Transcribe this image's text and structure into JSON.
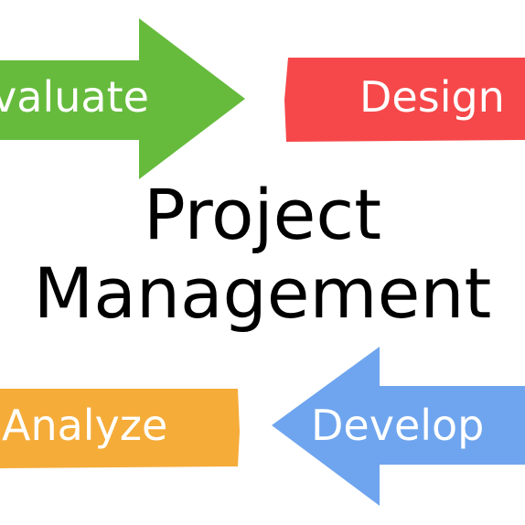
{
  "title": {
    "line1": "Project",
    "line2": "Management"
  },
  "steps": {
    "evaluate": {
      "label": "Evaluate",
      "color": "#66bb3d"
    },
    "design": {
      "label": "Design",
      "color": "#f6484a"
    },
    "analyze": {
      "label": "Analyze",
      "color": "#f5ac39"
    },
    "develop": {
      "label": "Develop",
      "color": "#6fa5ef"
    }
  }
}
